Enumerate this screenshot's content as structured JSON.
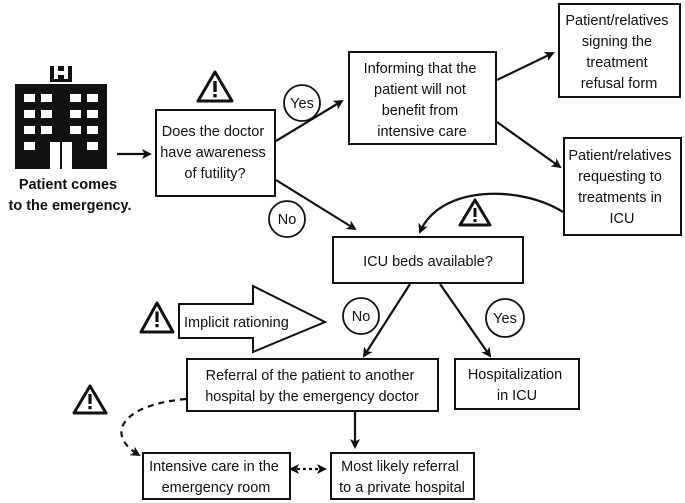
{
  "start": {
    "label_lines": [
      "Patient comes",
      "to the emergency."
    ],
    "icon": "hospital-icon"
  },
  "nodes": {
    "awareness": [
      "Does the doctor",
      "have awareness",
      "of futility?"
    ],
    "informing": [
      "Informing that the",
      "patient will not",
      "benefit from",
      "intensive care"
    ],
    "refusal_form": [
      "Patient/relatives",
      "signing the",
      "treatment",
      "refusal form"
    ],
    "requesting": [
      "Patient/relatives",
      "requesting to",
      "treatments in",
      "ICU"
    ],
    "icu_beds": [
      "ICU beds available?"
    ],
    "referral_other": [
      "Referral of the patient to another",
      "hospital by the emergency doctor"
    ],
    "hospitalization": [
      "Hospitalization",
      "in ICU"
    ],
    "er_care": [
      "Intensive care in the",
      "emergency room"
    ],
    "private_referral": [
      "Most likely referral",
      "to a private hospital"
    ]
  },
  "answers": {
    "yes_awareness": "Yes",
    "no_awareness": "No",
    "no_beds": "No",
    "yes_beds": "Yes"
  },
  "implicit_rationing": "Implicit rationing",
  "warning_icon": "warning-triangle-icon",
  "colors": {
    "ink": "#111111",
    "background": "#ffffff"
  }
}
